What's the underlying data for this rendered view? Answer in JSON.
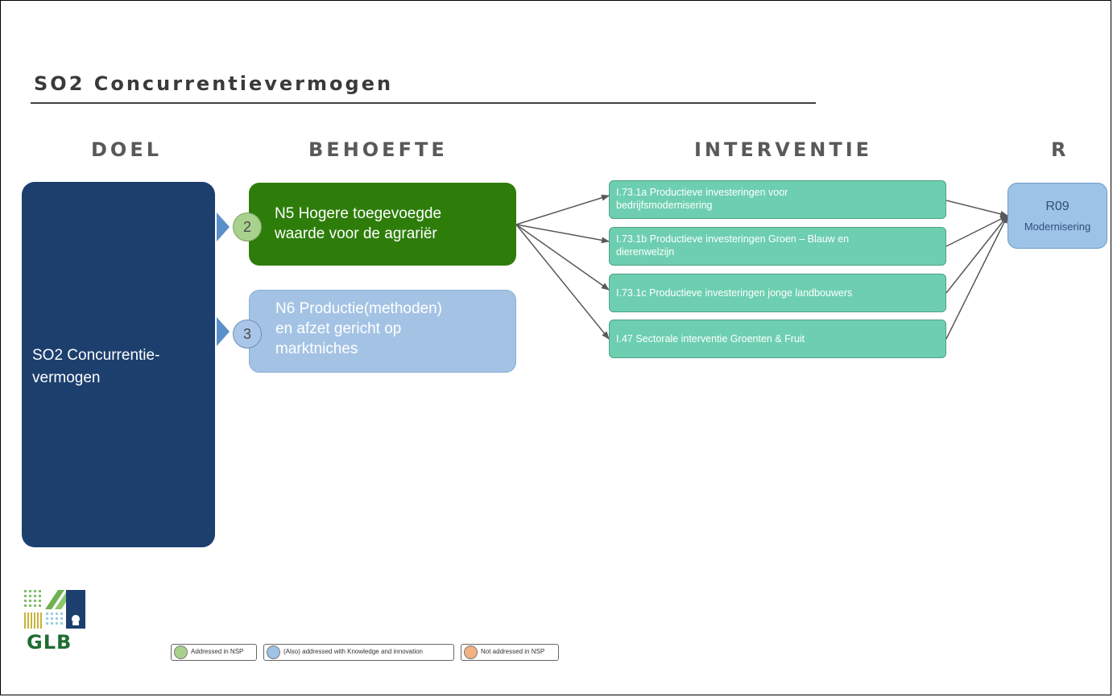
{
  "title": "SO2 Concurrentievermogen",
  "columns": {
    "doel": "DOEL",
    "behoefte": "BEHOEFTE",
    "interventie": "INTERVENTIE",
    "result": "R"
  },
  "doel": {
    "line1": "SO2 Concurrentie-",
    "line2": "vermogen",
    "color": "#1c3f6e"
  },
  "needs": [
    {
      "number": "2",
      "line1": "N5 Hogere toegevoegde",
      "line2": "waarde voor de agrariër",
      "status": "Addressed in NSP",
      "color": "#2e7d0b"
    },
    {
      "number": "3",
      "line1": "N6 Productie(methoden)",
      "line2": "en afzet gericht op",
      "line3": "marktniches",
      "status": "(Also) addressed with Knowledge and innovation",
      "color": "#a4c3e4"
    }
  ],
  "interventions": [
    {
      "line1": "I.73.1a Productieve investeringen voor",
      "line2": "bedrijfsmodernisering"
    },
    {
      "line1": "I.73.1b Productieve investeringen Groen – Blauw en",
      "line2": "dierenwelzijn"
    },
    {
      "line1": "I.73.1c Productieve investeringen jonge landbouwers"
    },
    {
      "line1": "I.47 Sectorale interventie Groenten & Fruit"
    }
  ],
  "result": {
    "code": "R09",
    "label": "Modernisering"
  },
  "logo": {
    "text": "GLB",
    "icon": "glb-logo-icon"
  },
  "legend": [
    {
      "label": "Addressed in NSP",
      "color": "#a9d18e"
    },
    {
      "label": "(Also) addressed with Knowledge and innovation",
      "color": "#9dc3e6"
    },
    {
      "label": "Not addressed in NSP",
      "color": "#f4b183"
    }
  ]
}
